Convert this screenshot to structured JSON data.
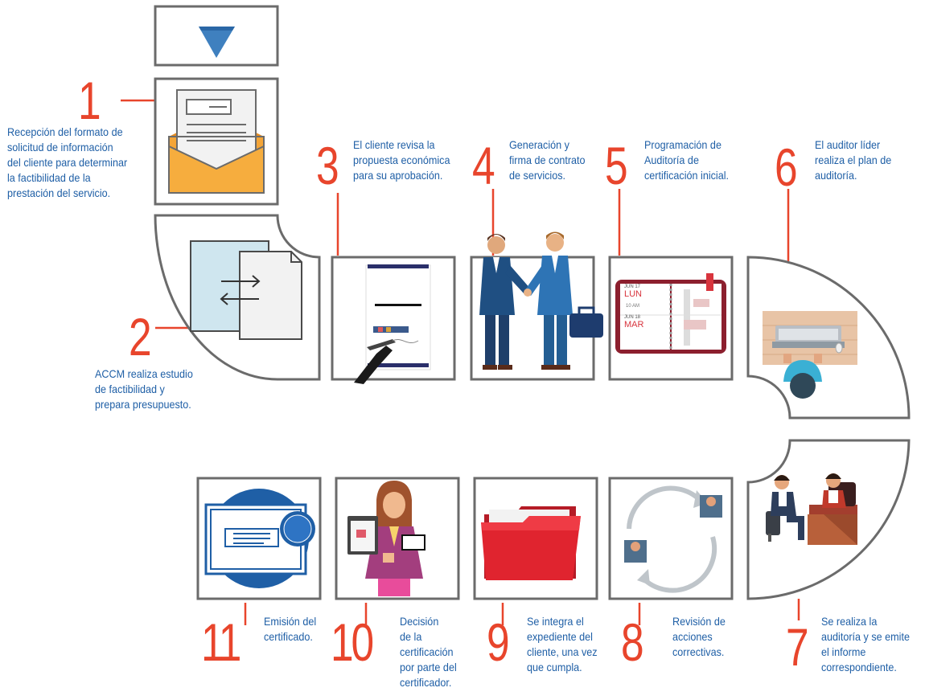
{
  "steps": [
    {
      "number": "1",
      "lines": [
        "Recepción del formato de",
        "solicitud de información",
        "del cliente para determinar",
        "la factibilidad de la",
        "prestación del servicio."
      ]
    },
    {
      "number": "2",
      "lines": [
        "ACCM realiza estudio",
        "de factibilidad y",
        "prepara presupuesto."
      ]
    },
    {
      "number": "3",
      "lines": [
        "El cliente revisa la",
        "propuesta económica",
        "para su aprobación."
      ]
    },
    {
      "number": "4",
      "lines": [
        "Generación y",
        "firma de contrato",
        "de servicios."
      ]
    },
    {
      "number": "5",
      "lines": [
        "Programación de",
        "Auditoría de",
        "certificación inicial."
      ]
    },
    {
      "number": "6",
      "lines": [
        "El auditor líder",
        "realiza el plan de",
        "auditoría."
      ]
    },
    {
      "number": "7",
      "lines": [
        "Se realiza la",
        "auditoría y se emite",
        "el informe",
        "correspondiente."
      ]
    },
    {
      "number": "8",
      "lines": [
        "Revisión de",
        "acciones",
        "correctivas."
      ]
    },
    {
      "number": "9",
      "lines": [
        "Se integra el",
        "expediente del",
        "cliente, una vez",
        "que cumpla."
      ]
    },
    {
      "number": "10",
      "lines": [
        "Decisión",
        "de la",
        "certificación",
        "por parte del",
        "certificador."
      ]
    },
    {
      "number": "11",
      "lines": [
        "Emisión del",
        "certificado."
      ]
    }
  ],
  "calendar": {
    "d1": "JUN 17",
    "w1": "LUN",
    "t1": "10 AM",
    "d2": "JUN 18",
    "w2": "MAR"
  },
  "icons": [
    "down-arrow-icon",
    "envelope-icon",
    "document-exchange-icon",
    "contract-signing-icon",
    "handshake-icon",
    "calendar-icon",
    "auditor-laptop-icon",
    "meeting-icon",
    "review-cycle-icon",
    "folder-icon",
    "decision-woman-icon",
    "certificate-icon"
  ],
  "colors": {
    "accent_red": "#e8452c",
    "text_blue": "#1f5fa6",
    "frame_gray": "#6b6b6b"
  }
}
